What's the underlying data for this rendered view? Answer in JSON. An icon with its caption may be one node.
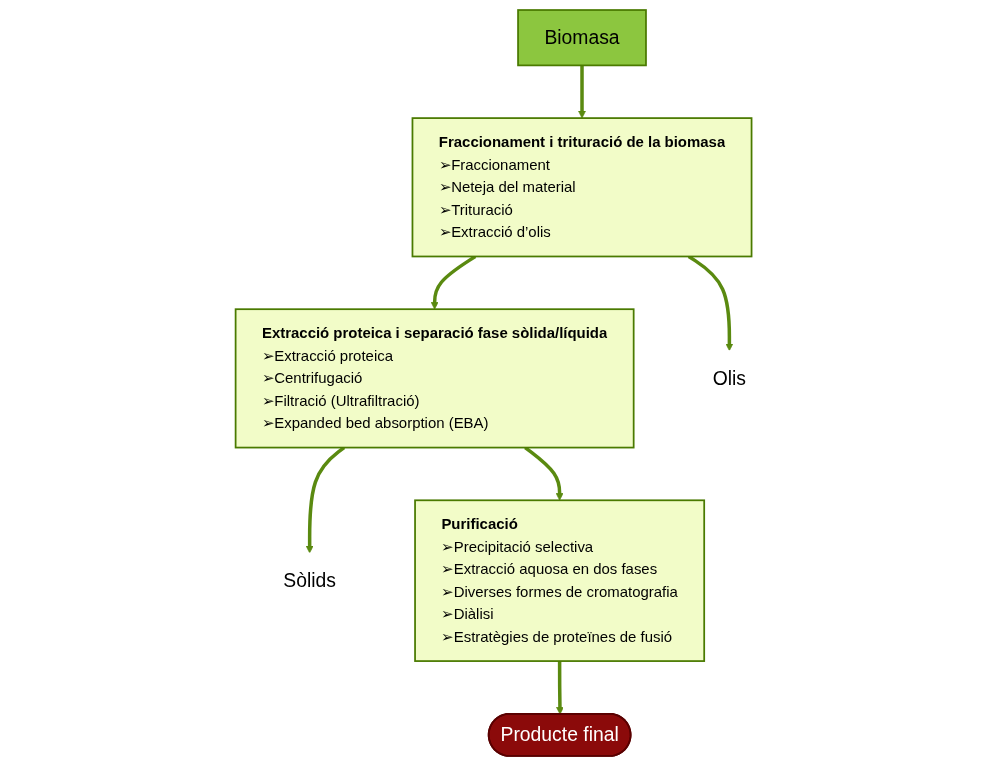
{
  "diagram": {
    "nodes": [
      {
        "text": [
          "Biomasa"
        ]
      },
      {
        "text": [
          "Fraccionament i trituració de la biomasa",
          "➢Fraccionament",
          "➢Neteja del material",
          "➢Trituració",
          "➢Extracció d’olis"
        ]
      },
      {
        "text": [
          "Extracció proteica i separació fase sòlida/líquida",
          "➢Extracció proteica",
          "➢Centrifugació",
          "➢Filtració (Ultrafiltració)",
          "➢Expanded bed absorption (EBA)"
        ]
      },
      {
        "text": [
          "Olis"
        ]
      },
      {
        "text": [
          "Sòlids"
        ]
      },
      {
        "text": [
          "Purificació",
          "➢Precipitació selectiva",
          "➢Extracció aquosa en dos fases",
          "➢Diverses formes de cromatografia",
          "➢Diàlisi",
          "➢Estratègies de proteïnes de fusió"
        ]
      },
      {
        "text": [
          "Producte final"
        ]
      }
    ],
    "edges": [
      {
        "from": 0,
        "to": 1,
        "arrow": "to"
      },
      {
        "from": 1,
        "to": 2,
        "arrow": "to"
      },
      {
        "from": 1,
        "to": 3,
        "arrow": "to"
      },
      {
        "from": 2,
        "to": 4,
        "arrow": "to"
      },
      {
        "from": 2,
        "to": 5,
        "arrow": "to"
      },
      {
        "from": 5,
        "to": 6,
        "arrow": "to"
      }
    ]
  }
}
